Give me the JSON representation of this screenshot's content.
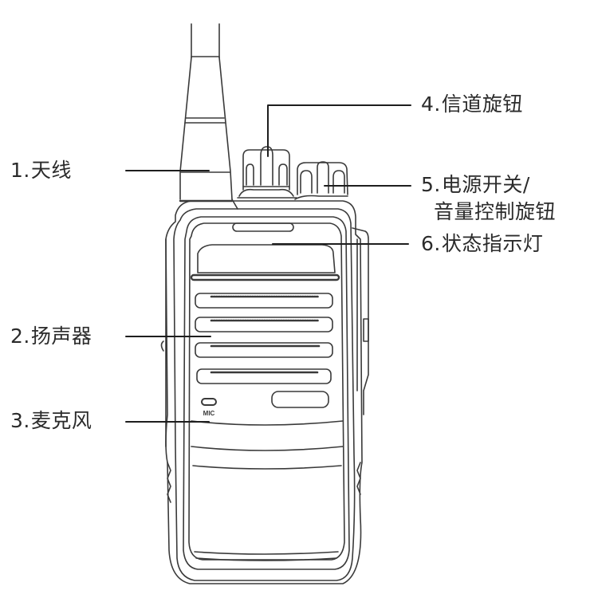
{
  "diagram": {
    "subject": "handheld two-way radio (walkie-talkie) front view",
    "line_color": "#222222",
    "outline_color": "#3a3a3a",
    "background": "#ffffff"
  },
  "callouts": [
    {
      "id": 1,
      "number": "1.",
      "label": "天线",
      "meaning": "Antenna",
      "side": "left"
    },
    {
      "id": 2,
      "number": "2.",
      "label": "扬声器",
      "meaning": "Speaker",
      "side": "left"
    },
    {
      "id": 3,
      "number": "3.",
      "label": "麦克风",
      "meaning": "Microphone",
      "side": "left"
    },
    {
      "id": 4,
      "number": "4.",
      "label": "信道旋钮",
      "meaning": "Channel knob",
      "side": "right"
    },
    {
      "id": 5,
      "number": "5.",
      "label": "电源开关/",
      "label_line2": "音量控制旋钮",
      "meaning": "Power switch / Volume control knob",
      "side": "right"
    },
    {
      "id": 6,
      "number": "6.",
      "label": "状态指示灯",
      "meaning": "Status indicator light",
      "side": "right"
    }
  ],
  "device_markings": {
    "mic_text": "MIC"
  }
}
